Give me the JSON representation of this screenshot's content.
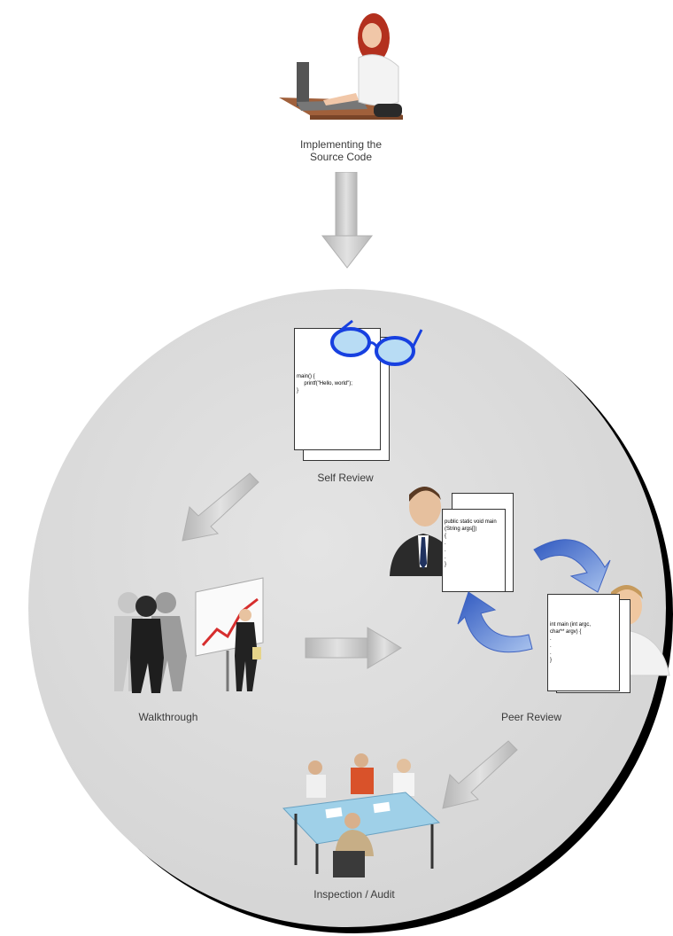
{
  "diagram": {
    "start": {
      "label_line1": "Implementing the",
      "label_line2": "Source Code"
    },
    "self_review": {
      "label": "Self Review",
      "code": "main() {\n     printf(\"Hello, world\");\n}"
    },
    "walkthrough": {
      "label": "Walkthrough"
    },
    "peer_review": {
      "label": "Peer Review",
      "code_a": "public static void main\n(String args[])\n{\n.\n.\n.\n}",
      "code_b": "int main (int argc,\nchar** argv) {\n.\n.\n.\n}"
    },
    "inspection": {
      "label": "Inspection / Audit"
    }
  },
  "colors": {
    "circle_fill": "#dcdcdc",
    "circle_shadow": "#000000",
    "arrow_gray": "#c9c9c9",
    "cycle_arrow_blue": "#4f76c8",
    "glasses_blue": "#1740e0"
  }
}
